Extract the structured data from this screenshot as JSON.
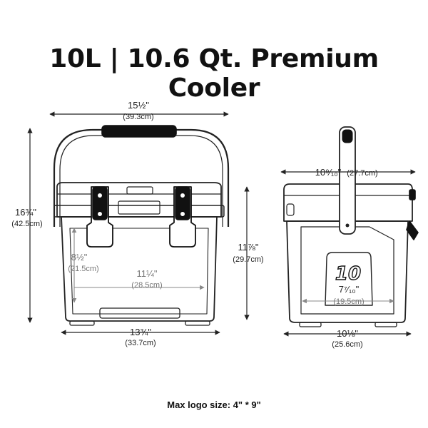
{
  "title": "10L | 10.6 Qt. Premium Cooler",
  "footnote": "Max logo size: 4\" * 9\"",
  "front_view": {
    "width_overall": {
      "imperial": "15½\"",
      "metric": "(39.3cm)"
    },
    "height_overall": {
      "imperial": "16¾\"",
      "metric": "(42.5cm)"
    },
    "body_height": {
      "imperial": "11⅞\"",
      "metric": "(29.7cm)"
    },
    "inner_height": {
      "imperial": "8½\"",
      "metric": "(21.5cm)"
    },
    "inner_width": {
      "imperial": "11¼\"",
      "metric": "(28.5cm)"
    },
    "base_width": {
      "imperial": "13¾\"",
      "metric": "(33.7cm)"
    }
  },
  "side_view": {
    "lid_depth": {
      "imperial": "10⁹⁄₁₀\"",
      "metric": "(27.7cm)"
    },
    "logo_number": "10",
    "inner_depth": {
      "imperial": "7⁷⁄₁₀\"",
      "metric": "(19.5cm)"
    },
    "base_depth": {
      "imperial": "10⅛\"",
      "metric": "(25.6cm)"
    }
  }
}
